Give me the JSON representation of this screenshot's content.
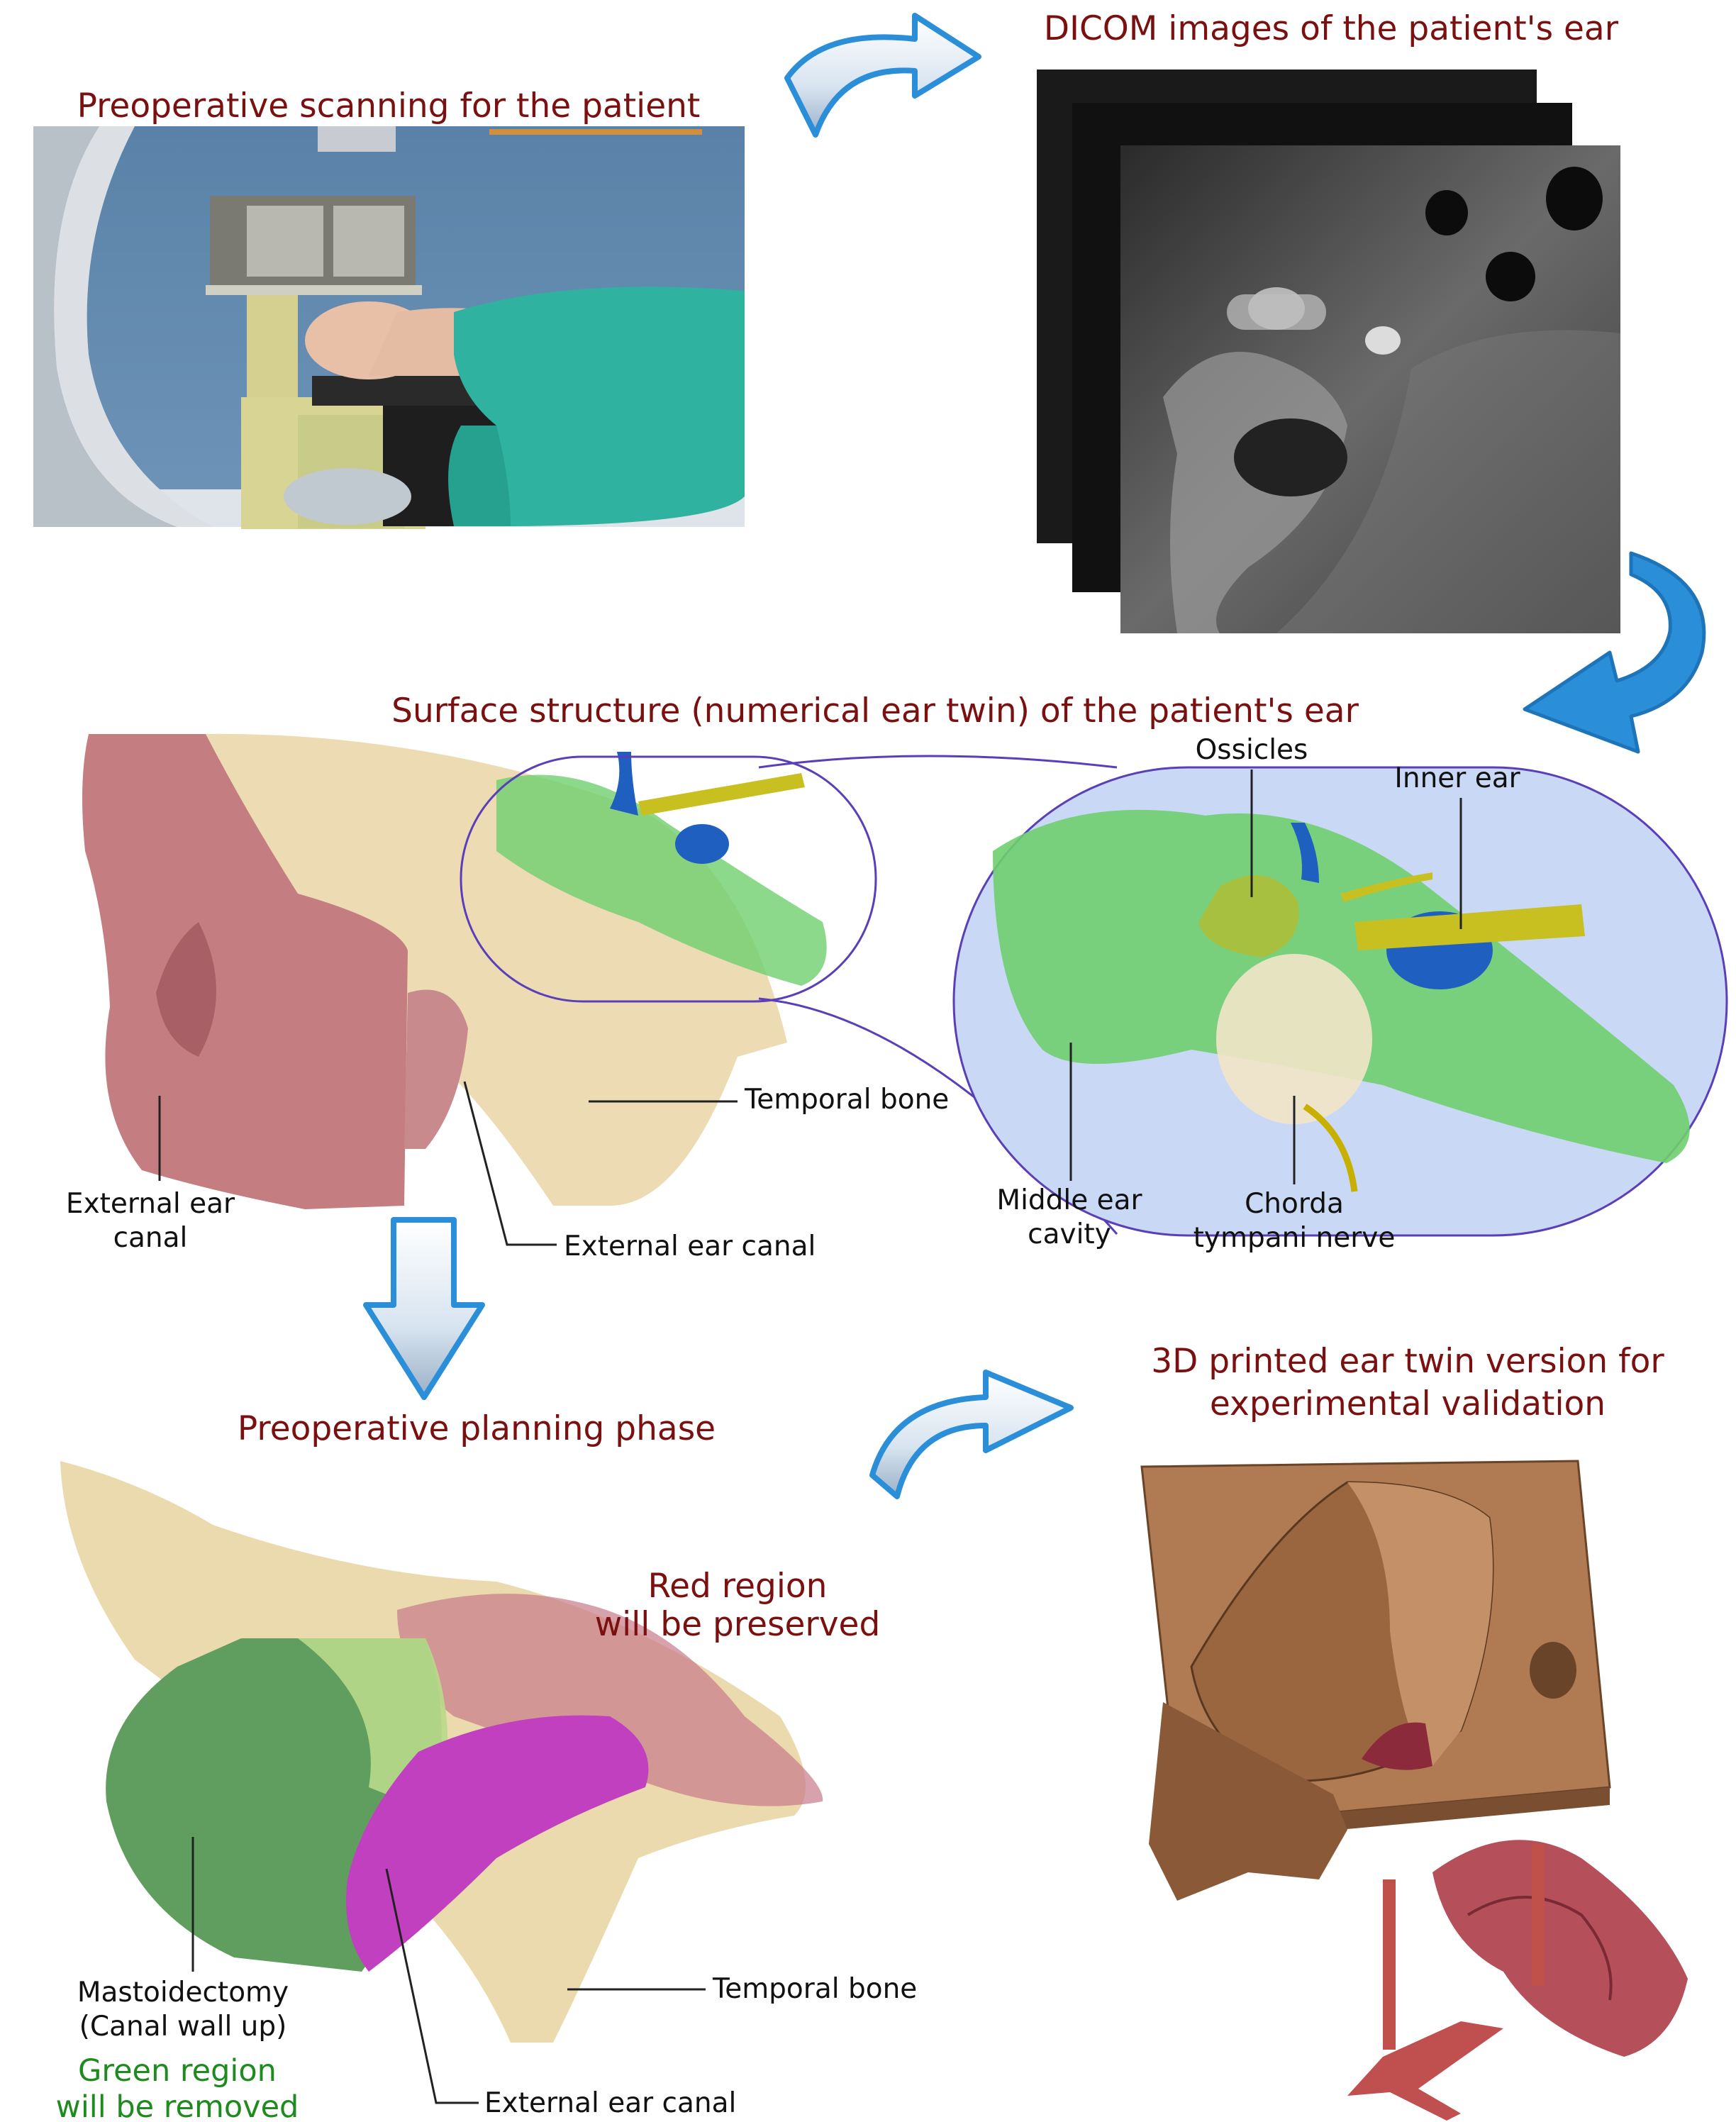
{
  "titles": {
    "scanning": "Preoperative scanning for the patient",
    "dicom": "DICOM images of the patient's ear",
    "surface": "Surface structure (numerical ear twin) of the patient's ear",
    "planning": "Preoperative planning phase",
    "printed_1": "3D printed ear twin version for",
    "printed_2": "experimental validation"
  },
  "labels": {
    "ossicles": "Ossicles",
    "inner_ear": "Inner ear",
    "temporal_bone": "Temporal bone",
    "external_ear_canal_1": "External ear",
    "external_ear_canal_2": "canal",
    "external_ear_canal_b": "External ear canal",
    "middle_ear_1": "Middle ear",
    "middle_ear_2": "cavity",
    "chorda_1": "Chorda",
    "chorda_2": "tympani nerve",
    "red_region_1": "Red region",
    "red_region_2": "will be preserved",
    "mastoid_1": "Mastoidectomy",
    "mastoid_2": "(Canal wall up)",
    "green_region_1": "Green region",
    "green_region_2": "will be removed",
    "temporal_bone_2": "Temporal bone",
    "external_ear_canal_c": "External ear canal"
  },
  "colors": {
    "title": "#7a1010",
    "arrow_blue": "#2a8fd8",
    "bone": "#e8d3a0",
    "ear_skin": "#c47d80",
    "middle_ear_green": "#6fcf6f",
    "inner_ear_blue": "#1f5fc0",
    "nerve_yellow": "#c8c020",
    "printed_brown": "#b07a52",
    "removed_green": "#5f9e5f",
    "preserved_magenta": "#c040c0"
  }
}
